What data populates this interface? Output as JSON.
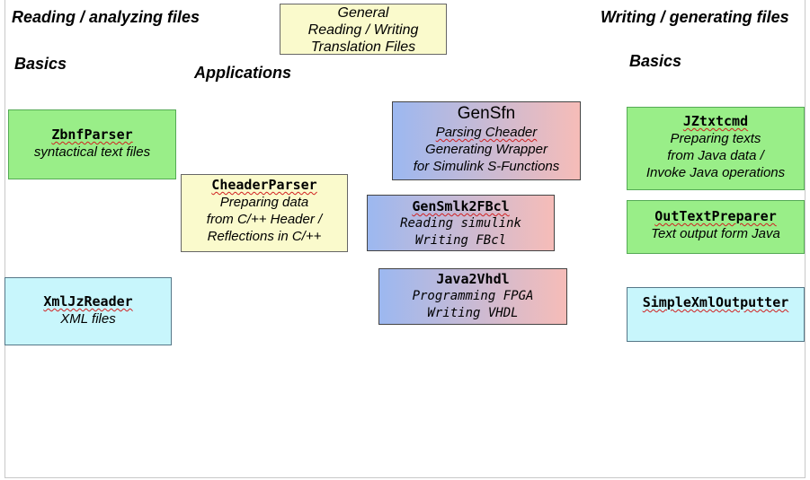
{
  "headings": {
    "left": "Reading / analyzing files",
    "right": "Writing / generating files",
    "basics_left": "Basics",
    "applications": "Applications",
    "basics_right": "Basics"
  },
  "general": {
    "line1": "General",
    "line2": "Reading / Writing",
    "line3": "Translation Files"
  },
  "zbnf": {
    "title": "ZbnfParser",
    "desc": "syntactical text files"
  },
  "xmljz": {
    "title": "XmlJzReader",
    "desc": "XML files"
  },
  "cheader": {
    "title": "CheaderParser",
    "line1": "Preparing data",
    "line2": "from C/++ Header /",
    "line3": "Reflections in C/++"
  },
  "gensfn": {
    "title": "GenSfn",
    "line1": "Parsing Cheader",
    "line2": "Generating Wrapper",
    "line3": "for Simulink S-Functions"
  },
  "gensmlk": {
    "title": "GenSmlk2FBcl",
    "line1": "Reading simulink",
    "line2": "Writing FBcl"
  },
  "java2vhdl": {
    "title": "Java2Vhdl",
    "line1": "Programming FPGA",
    "line2": "Writing VHDL"
  },
  "jztxt": {
    "title": "JZtxtcmd",
    "line1": "Preparing texts",
    "line2": "from Java data /",
    "line3": "Invoke Java operations"
  },
  "outtext": {
    "title": "OutTextPreparer",
    "desc": "Text output form Java"
  },
  "simplexml": {
    "title": "SimpleXmlOutputter"
  },
  "colors": {
    "green": "#99ee88",
    "yellow": "#fafacc",
    "cyan": "#c8f6fc",
    "gradient_start": "#9cb8f0",
    "gradient_end": "#f6bcb8"
  }
}
